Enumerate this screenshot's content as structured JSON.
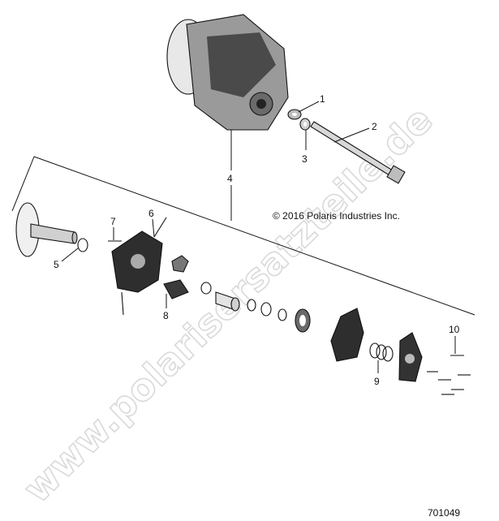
{
  "callouts": {
    "c1": "1",
    "c2": "2",
    "c3": "3",
    "c4": "4",
    "c5": "5",
    "c6": "6",
    "c7": "7",
    "c8": "8",
    "c9": "9",
    "c10": "10"
  },
  "copyright": "© 2016 Polaris Industries Inc.",
  "diagram_id": "701049",
  "watermark": "www.polarisersatzteile.de"
}
